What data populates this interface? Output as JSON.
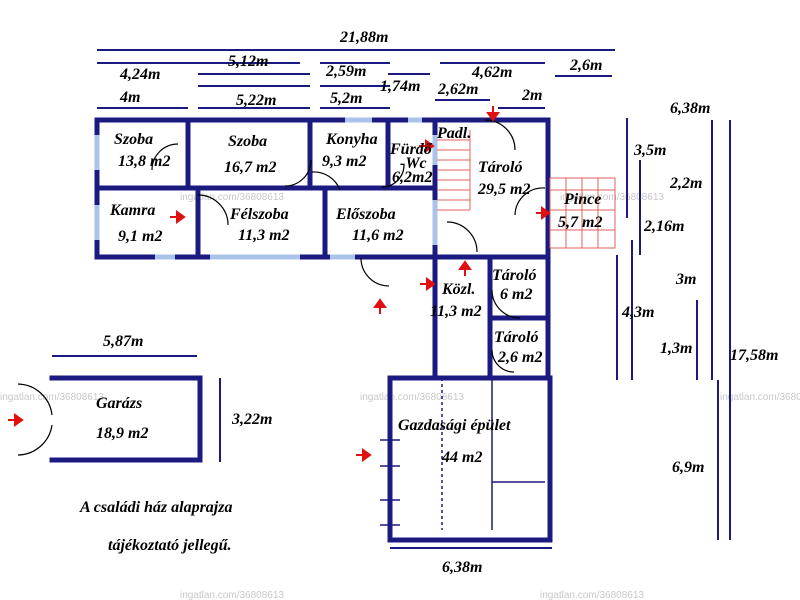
{
  "overall_width": "21,88m",
  "dims": {
    "d_424": "4,24m",
    "d_4": "4m",
    "d_512": "5,12m",
    "d_522": "5,22m",
    "d_259": "2,59m",
    "d_52": "5,2m",
    "d_174": "1,74m",
    "d_262": "2,62m",
    "d_462": "4,62m",
    "d_26": "2,6m",
    "d_2": "2m",
    "d_638_top": "6,38m",
    "d_35": "3,5m",
    "d_22": "2,2m",
    "d_216": "2,16m",
    "d_3": "3m",
    "d_43": "4,3m",
    "d_13": "1,3m",
    "d_1758": "17,58m",
    "d_69": "6,9m",
    "d_587": "5,87m",
    "d_322": "3,22m",
    "d_638_bottom": "6,38m"
  },
  "rooms": {
    "szoba1": {
      "name": "Szoba",
      "area": "13,8 m2"
    },
    "szoba2": {
      "name": "Szoba",
      "area": "16,7 m2"
    },
    "konyha": {
      "name": "Konyha",
      "area": "9,3 m2"
    },
    "furdo": {
      "name": "Fürdő",
      "name2": "-Wc",
      "area": "6,2m2"
    },
    "padl": {
      "name": "Padl."
    },
    "tarolo_main": {
      "name": "Tároló",
      "area": "29,5 m2"
    },
    "pince": {
      "name": "Pince",
      "area": "5,7 m2"
    },
    "kamra": {
      "name": "Kamra",
      "area": "9,1 m2"
    },
    "felszoba": {
      "name": "Félszoba",
      "area": "11,3 m2"
    },
    "eloszoba": {
      "name": "Előszoba",
      "area": "11,6 m2"
    },
    "kozl": {
      "name": "Közl.",
      "area": "11,3 m2"
    },
    "tarolo_6": {
      "name": "Tároló",
      "area": "6 m2"
    },
    "tarolo_26": {
      "name": "Tároló",
      "area": "2,6 m2"
    },
    "garazs": {
      "name": "Garázs",
      "area": "18,9 m2"
    },
    "gazdasagi": {
      "name": "Gazdasági épület",
      "area": "44 m2"
    }
  },
  "note": {
    "line1": "A családi ház alaprajza",
    "line2": "tájékoztató jellegű."
  },
  "watermark": "ingatlan.com/36808613",
  "colors": {
    "wall": "#1a1a80",
    "window": "#a9c4e8",
    "arrow": "#e01010",
    "pince": "#e06060"
  }
}
